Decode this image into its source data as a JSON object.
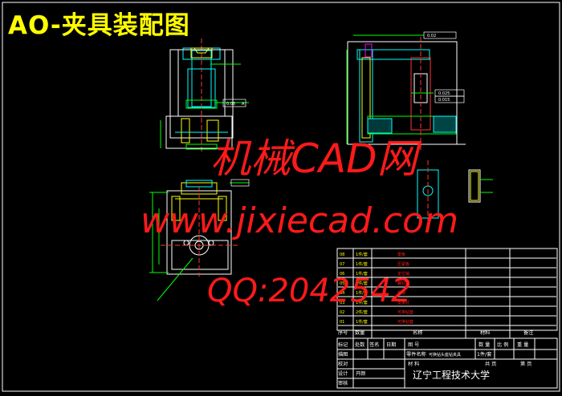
{
  "title": "AO-夹具装配图",
  "watermark": {
    "line1": "机械CAD网",
    "line2": "www.jixiecad.com",
    "line3": "QQ:2042542"
  },
  "bom": {
    "rows": [
      {
        "no": "08",
        "qty": "1件/套",
        "name": "垫板"
      },
      {
        "no": "07",
        "qty": "1件/套",
        "name": "压紧板"
      },
      {
        "no": "06",
        "qty": "1件/套",
        "name": "定位销"
      },
      {
        "no": "05",
        "qty": "1件/套",
        "name": "螺钉"
      },
      {
        "no": "04",
        "qty": "1件/套",
        "name": "螺母"
      },
      {
        "no": "03",
        "qty": "1件/套",
        "name": "支承钉"
      },
      {
        "no": "02",
        "qty": "2件/套",
        "name": "可换钻套"
      },
      {
        "no": "01",
        "qty": "1件/套",
        "name": "可换钻套"
      }
    ],
    "header": {
      "no": "序号",
      "qty": "数量",
      "name": "名称",
      "material": "材料",
      "note": "备注"
    }
  },
  "titleblock": {
    "r1": [
      "标记",
      "处数",
      "签名",
      "日期",
      "图  号"
    ],
    "labels_left": [
      "描图",
      "校对",
      "设计",
      "审核"
    ],
    "designer": "开颜",
    "part_name_label": "零件名称",
    "part_name": "可换钻头座钻夹具",
    "material_label": "材  料",
    "qty_label": "数 量",
    "ratio_label": "比 例",
    "weight_label": "重 量",
    "qty_value": "1件/套",
    "sheet_label": "共  页",
    "page_label": "第  页",
    "school": "辽宁工程技术大学"
  },
  "annotations": [
    "0.05",
    "A",
    "0.02",
    "0.025",
    "0.015"
  ]
}
